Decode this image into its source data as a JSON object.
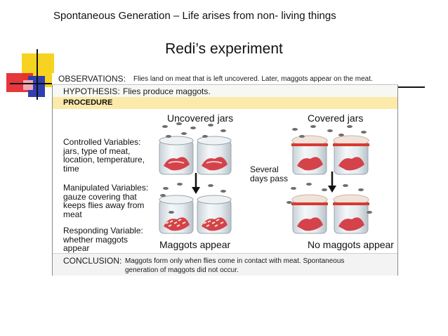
{
  "header": {
    "title": "Spontaneous Generation – Life arises from non- living things"
  },
  "main_title": "Redi’s experiment",
  "observations": {
    "label": "OBSERVATIONS:",
    "text": "Flies land on meat that is left uncovered.  Later, maggots appear on the meat."
  },
  "hypothesis": {
    "label": "HYPOTHESIS:",
    "text": "Flies produce maggots."
  },
  "procedure": {
    "label": "PROCEDURE"
  },
  "jars": {
    "uncovered": "Uncovered jars",
    "covered": "Covered jars"
  },
  "controlled": {
    "title": "Controlled Variables:",
    "lines": [
      "jars, type of meat,",
      "location, temperature,",
      "time"
    ]
  },
  "manipulated": {
    "title": "Manipulated Variables:",
    "lines": [
      "gauze covering that",
      "keeps flies away from",
      "meat"
    ]
  },
  "responding": {
    "title": "Responding Variable:",
    "lines": [
      "whether maggots",
      "appear"
    ]
  },
  "several": {
    "line1": "Several",
    "line2": "days pass"
  },
  "results": {
    "maggots": "Maggots appear",
    "no_maggots": "No maggots appear"
  },
  "conclusion": {
    "label": "CONCLUSION:",
    "line1": "Maggots form only when flies come in contact with meat. Spontaneous",
    "line2": "generation of maggots did not occur."
  },
  "colors": {
    "procedure_bg": "#fbeaa9",
    "deco_yellow": "#f6d321",
    "deco_red": "#e3262b",
    "deco_blue": "#2f3fb0",
    "gauze_red": "#d63b32"
  }
}
